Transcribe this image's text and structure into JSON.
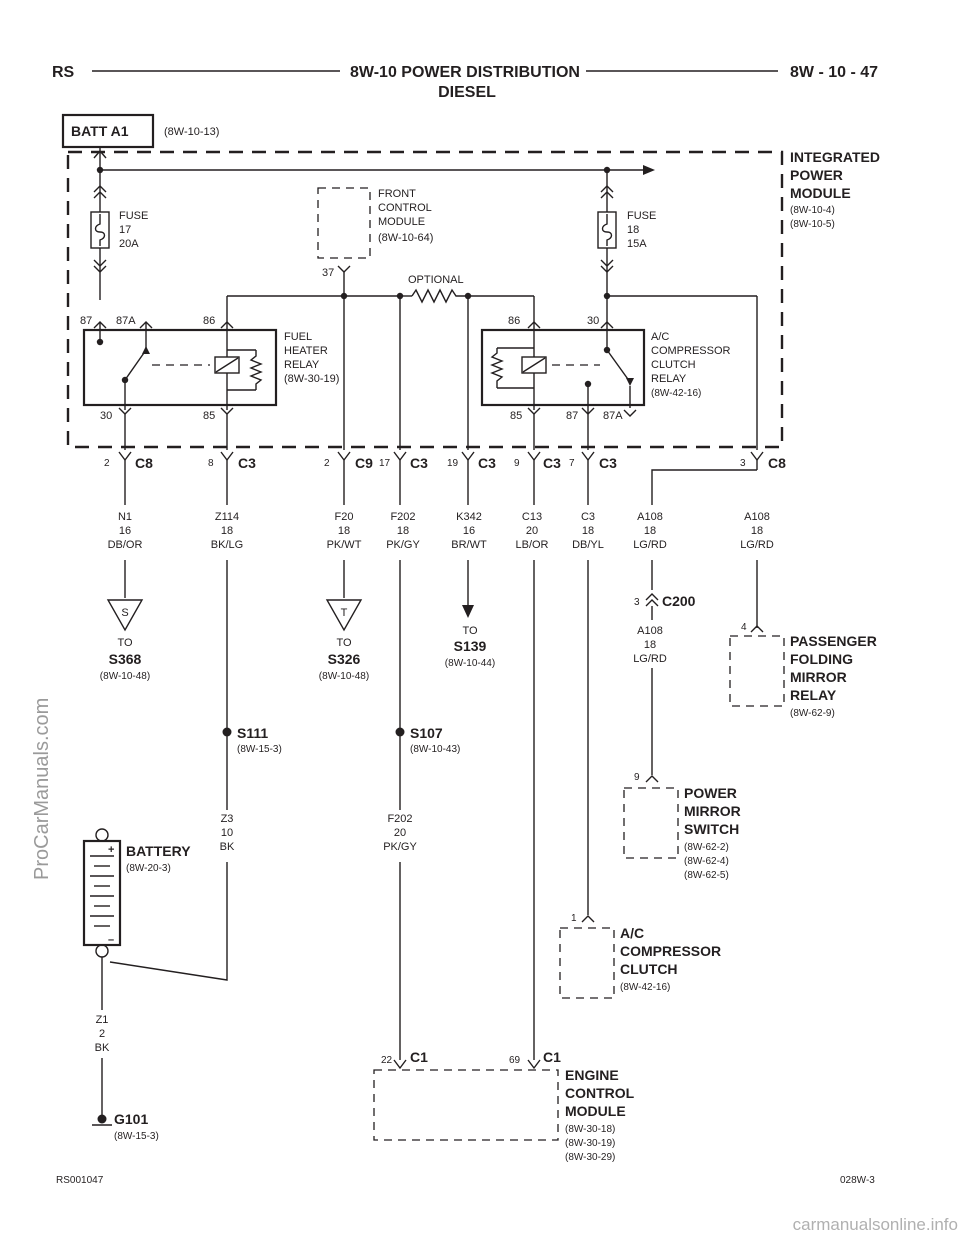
{
  "header": {
    "left": "RS",
    "title": "8W-10 POWER DISTRIBUTION",
    "subtitle": "DIESEL",
    "right": "8W - 10 - 47"
  },
  "batt": {
    "label": "BATT A1",
    "ref": "(8W-10-13)"
  },
  "ipm": {
    "l1": "INTEGRATED",
    "l2": "POWER",
    "l3": "MODULE",
    "r1": "(8W-10-4)",
    "r2": "(8W-10-5)"
  },
  "fuse17": {
    "l1": "FUSE",
    "l2": "17",
    "l3": "20A"
  },
  "fuse18": {
    "l1": "FUSE",
    "l2": "18",
    "l3": "15A"
  },
  "fcm": {
    "l1": "FRONT",
    "l2": "CONTROL",
    "l3": "MODULE",
    "ref": "(8W-10-64)",
    "pin": "37"
  },
  "optional": "OPTIONAL",
  "fhr": {
    "l1": "FUEL",
    "l2": "HEATER",
    "l3": "RELAY",
    "ref": "(8W-30-19)",
    "p87": "87",
    "p87a": "87A",
    "p86": "86",
    "p30": "30",
    "p85": "85"
  },
  "acr": {
    "l1": "A/C",
    "l2": "COMPRESSOR",
    "l3": "CLUTCH",
    "l4": "RELAY",
    "ref": "(8W-42-16)",
    "p86": "86",
    "p30": "30",
    "p85": "85",
    "p87": "87",
    "p87a": "87A"
  },
  "conns": {
    "c1": {
      "pin": "2",
      "name": "C8"
    },
    "c2": {
      "pin": "8",
      "name": "C3"
    },
    "c3": {
      "pin": "2",
      "name": "C9"
    },
    "c4": {
      "pin": "17",
      "name": "C3"
    },
    "c5": {
      "pin": "19",
      "name": "C3"
    },
    "c6": {
      "pin": "9",
      "name": "C3"
    },
    "c7": {
      "pin": "7",
      "name": "C3"
    },
    "c8": {
      "pin": "3",
      "name": "C8"
    }
  },
  "wires": {
    "w1": {
      "c": "N1",
      "g": "16",
      "col": "DB/OR"
    },
    "w2": {
      "c": "Z114",
      "g": "18",
      "col": "BK/LG"
    },
    "w3": {
      "c": "F20",
      "g": "18",
      "col": "PK/WT"
    },
    "w4": {
      "c": "F202",
      "g": "18",
      "col": "PK/GY"
    },
    "w5": {
      "c": "K342",
      "g": "16",
      "col": "BR/WT"
    },
    "w6": {
      "c": "C13",
      "g": "20",
      "col": "LB/OR"
    },
    "w7": {
      "c": "C3",
      "g": "18",
      "col": "DB/YL"
    },
    "w8": {
      "c": "A108",
      "g": "18",
      "col": "LG/RD"
    },
    "w9": {
      "c": "A108",
      "g": "18",
      "col": "LG/RD"
    },
    "w10": {
      "c": "A108",
      "g": "18",
      "col": "LG/RD"
    },
    "w11": {
      "c": "Z3",
      "g": "10",
      "col": "BK"
    },
    "w12": {
      "c": "F202",
      "g": "20",
      "col": "PK/GY"
    },
    "w13": {
      "c": "Z1",
      "g": "2",
      "col": "BK"
    }
  },
  "s368": {
    "sym": "S",
    "to": "TO",
    "name": "S368",
    "ref": "(8W-10-48)"
  },
  "s326": {
    "sym": "T",
    "to": "TO",
    "name": "S326",
    "ref": "(8W-10-48)"
  },
  "s139": {
    "to": "TO",
    "name": "S139",
    "ref": "(8W-10-44)"
  },
  "c200": {
    "pin": "3",
    "name": "C200"
  },
  "pfmr": {
    "pin": "4",
    "l1": "PASSENGER",
    "l2": "FOLDING",
    "l3": "MIRROR",
    "l4": "RELAY",
    "ref": "(8W-62-9)"
  },
  "s111": {
    "name": "S111",
    "ref": "(8W-15-3)"
  },
  "s107": {
    "name": "S107",
    "ref": "(8W-10-43)"
  },
  "pms": {
    "pin": "9",
    "l1": "POWER",
    "l2": "MIRROR",
    "l3": "SWITCH",
    "r1": "(8W-62-2)",
    "r2": "(8W-62-4)",
    "r3": "(8W-62-5)"
  },
  "battery": {
    "label": "BATTERY",
    "ref": "(8W-20-3)",
    "plus": "+",
    "minus": "–"
  },
  "acc": {
    "pin": "1",
    "l1": "A/C",
    "l2": "COMPRESSOR",
    "l3": "CLUTCH",
    "ref": "(8W-42-16)"
  },
  "ecm": {
    "p1": "22",
    "c1": "C1",
    "p2": "69",
    "c2": "C1",
    "l1": "ENGINE",
    "l2": "CONTROL",
    "l3": "MODULE",
    "r1": "(8W-30-18)",
    "r2": "(8W-30-19)",
    "r3": "(8W-30-29)"
  },
  "g101": {
    "name": "G101",
    "ref": "(8W-15-3)"
  },
  "footer": {
    "left": "RS001047",
    "right": "028W-3"
  },
  "watermark": {
    "side": "ProCarManuals.com",
    "bottom": "carmanualsonline.info"
  }
}
